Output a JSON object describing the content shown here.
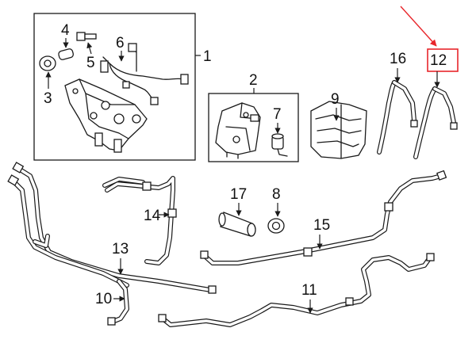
{
  "labels": {
    "p1": "1",
    "p2": "2",
    "p3": "3",
    "p4": "4",
    "p5": "5",
    "p6": "6",
    "p7": "7",
    "p8": "8",
    "p9": "9",
    "p10": "10",
    "p11": "11",
    "p12": "12",
    "p13": "13",
    "p14": "14",
    "p15": "15",
    "p16": "16",
    "p17": "17"
  },
  "colors": {
    "highlight": "#e8262b",
    "line": "#1a1a1a"
  }
}
